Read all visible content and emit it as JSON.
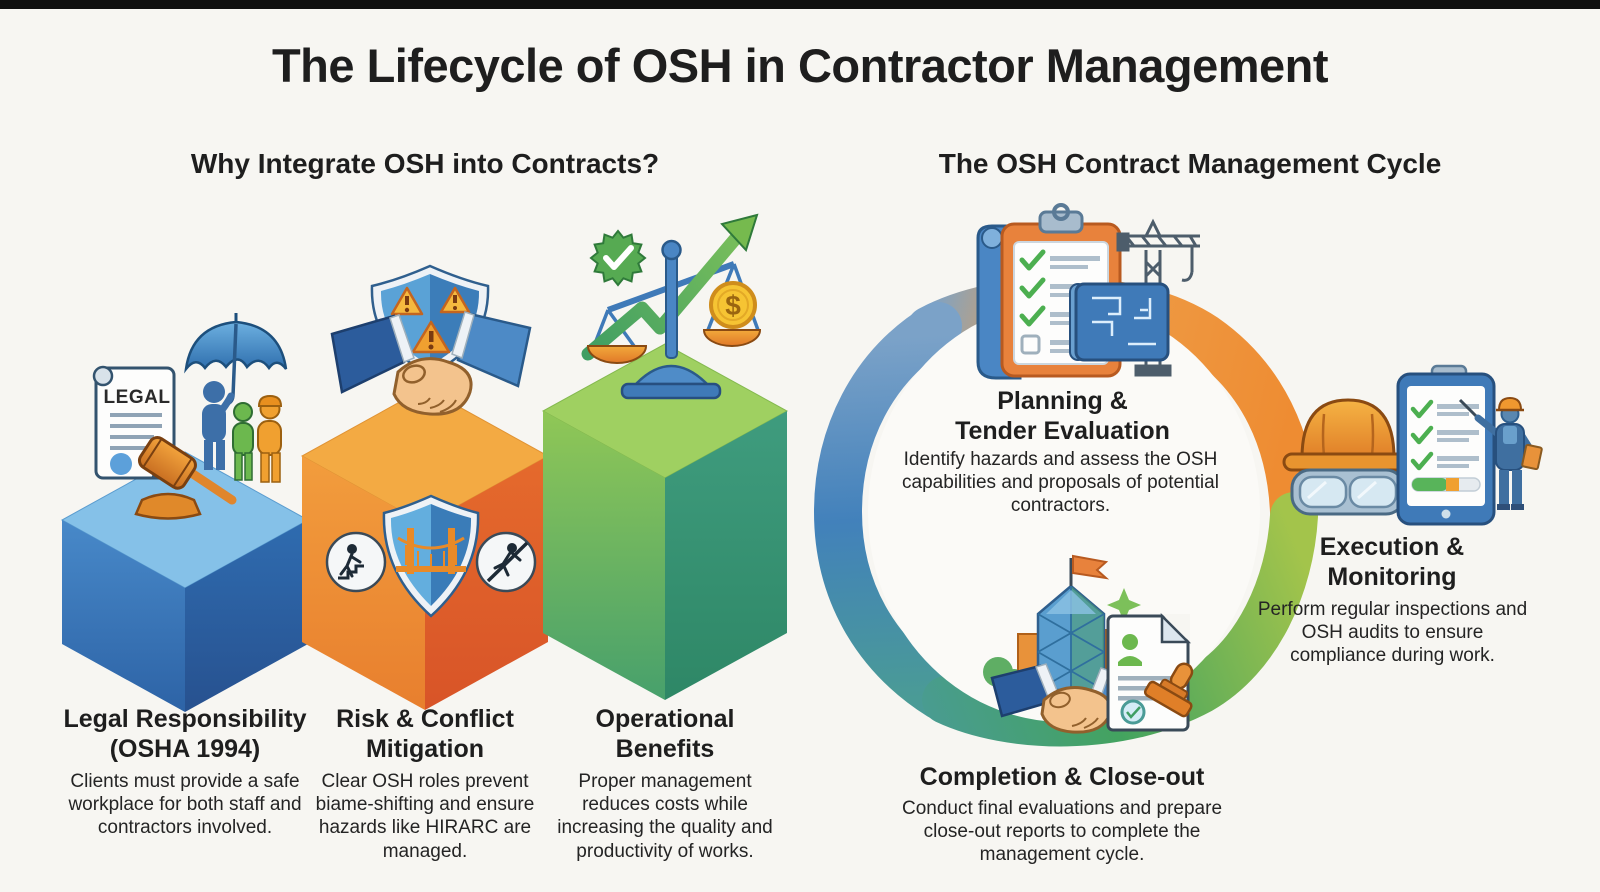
{
  "page": {
    "title": "The Lifecycle of OSH in Contractor Management"
  },
  "colors": {
    "background": "#f7f6f2",
    "top_bar": "#101010",
    "text": "#1e1e1e",
    "pillar1": {
      "top": "#85c1e8",
      "left": "#3d80c2",
      "right": "#2b63a7"
    },
    "pillar2": {
      "top": "#f3aa43",
      "left": "#f0923a",
      "right": "#e2612b"
    },
    "pillar3": {
      "top": "#9fd061",
      "left": "#8cc455",
      "right": "#3a9277"
    },
    "ring": {
      "orange": "#ee8f36",
      "blue": "#4281bb",
      "green": "#43a35f",
      "lime": "#a3c44b"
    }
  },
  "why_section": {
    "heading": "Why Integrate OSH into Contracts?",
    "pillars": [
      {
        "title_line1": "Legal Responsibility",
        "title_line2": "(OSHA 1994)",
        "description": "Clients must provide a safe workplace for both staff and contractors involved.",
        "icons": [
          "legal-scroll-icon",
          "umbrella-people-icon",
          "gavel-icon"
        ]
      },
      {
        "title_line1": "Risk & Conflict",
        "title_line2": "Mitigation",
        "description": "Clear OSH roles prevent biame-shifting and ensure hazards like HIRARC are managed.",
        "icons": [
          "handshake-shield-warning-icon",
          "bridge-shield-hazard-icon"
        ]
      },
      {
        "title_line1": "Operational",
        "title_line2": "Benefits",
        "description": "Proper management reduces costs while increasing the quality and productivity of works.",
        "icons": [
          "scales-growth-arrow-icon",
          "check-badge-icon",
          "dollar-coin-icon"
        ]
      }
    ]
  },
  "cycle_section": {
    "heading": "The OSH Contract Management Cycle",
    "steps": [
      {
        "title_line1": "Planning &",
        "title_line2": "Tender Evaluation",
        "description": "Identify hazards and assess the OSH capabilities and proposals of potential contractors.",
        "icons": [
          "blue-scroll-icon",
          "clipboard-checklist-icon",
          "construction-crane-icon",
          "blueprint-icon"
        ]
      },
      {
        "title_line1": "Execution &",
        "title_line2": "Monitoring",
        "description": "Perform regular inspections and OSH audits to ensure compliance during work.",
        "icons": [
          "hard-hat-icon",
          "safety-goggles-icon",
          "audit-tablet-icon",
          "inspector-worker-icon"
        ]
      },
      {
        "title_line1": "Completion & Close-out",
        "title_line2": "",
        "description": "Conduct final evaluations and prepare close-out reports to complete the management cycle.",
        "icons": [
          "completed-building-icon",
          "flag-icon",
          "handshake-icon",
          "closeout-document-icon",
          "stamp-icon",
          "sparkle-icon"
        ]
      }
    ]
  },
  "icon_labels": {
    "legal_document": "LEGAL",
    "coin_symbol": "$"
  }
}
